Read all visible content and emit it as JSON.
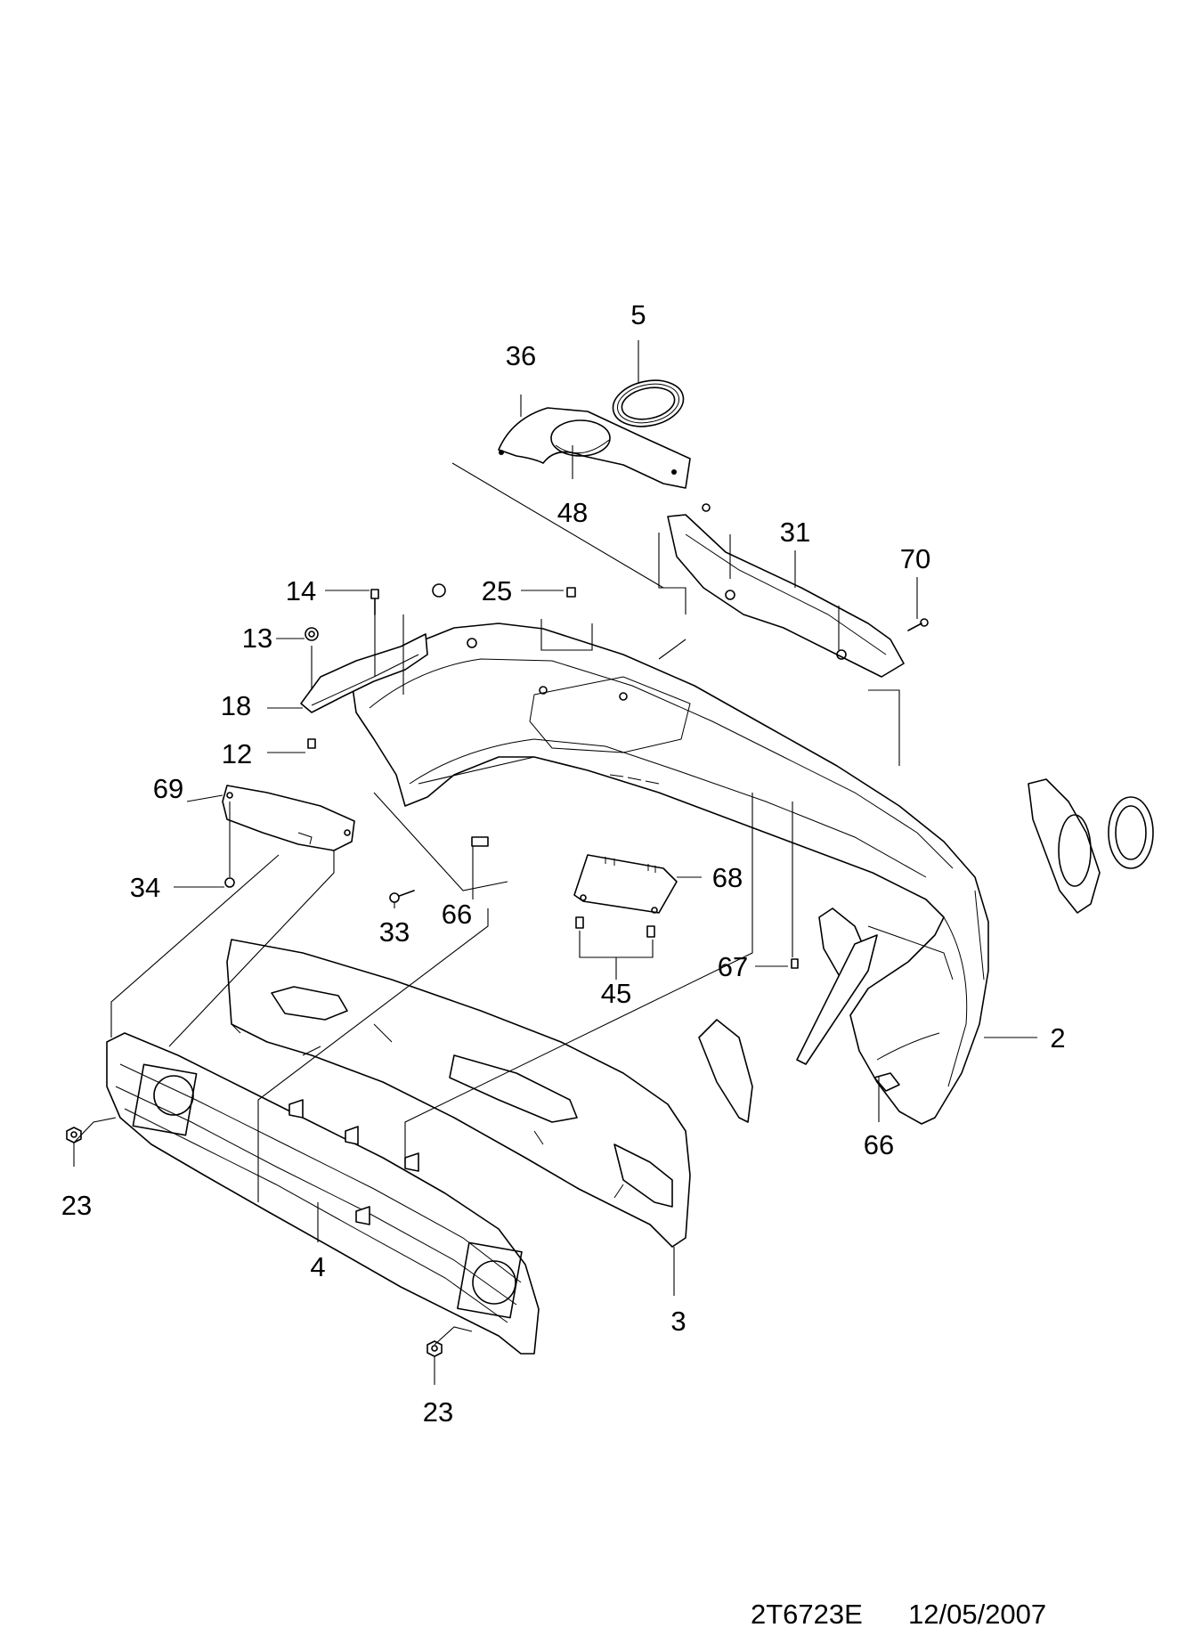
{
  "diagram": {
    "callouts": {
      "c5": "5",
      "c36": "36",
      "c48": "48",
      "c31": "31",
      "c70": "70",
      "c14": "14",
      "c25": "25",
      "c13": "13",
      "c18": "18",
      "c12": "12",
      "c69": "69",
      "c34": "34",
      "c33": "33",
      "c66a": "66",
      "c68": "68",
      "c45": "45",
      "c67": "67",
      "c2": "2",
      "c66b": "66",
      "c23a": "23",
      "c4": "4",
      "c3": "3",
      "c23b": "23"
    },
    "footer": {
      "drawing_id": "2T6723E",
      "date": "12/05/2007"
    }
  }
}
